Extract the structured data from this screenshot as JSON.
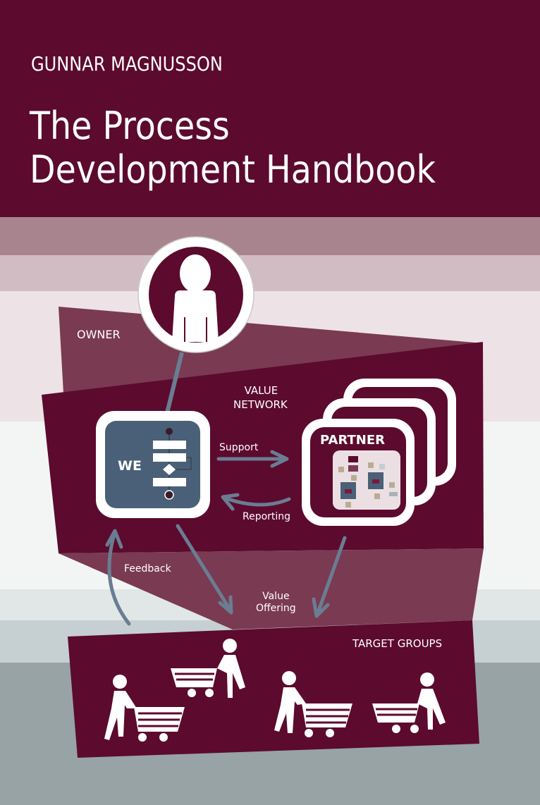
{
  "cover": {
    "author": "GUNNAR MAGNUSSON",
    "title_line1": "The Process",
    "title_line2": "Development Handbook"
  },
  "diagram": {
    "owner_label": "OWNER",
    "value_network_line1": "VALUE",
    "value_network_line2": "NETWORK",
    "we_label": "WE",
    "partner_label": "PARTNER",
    "support_label": "Support",
    "reporting_label": "Reporting",
    "feedback_label": "Feedback",
    "value_offering_line1": "Value",
    "value_offering_line2": "Offering",
    "target_groups_label": "TARGET GROUPS"
  },
  "icons": [
    "person-icon",
    "process-flow-icon",
    "partner-diagram-icon",
    "shopping-cart-person-icon"
  ],
  "colors": {
    "maroon": "#5c0a2e",
    "maroon_flap": "#7a3a52",
    "slate_blue": "#4a6078",
    "arrow": "#6a7d92",
    "band1": "#a8848f",
    "band2": "#d2bcc4",
    "band3": "#ede2e6",
    "band4": "#f3f5f5",
    "band5": "#e1e6e7",
    "band6": "#c6cfd1",
    "band7": "#97a3a5"
  }
}
